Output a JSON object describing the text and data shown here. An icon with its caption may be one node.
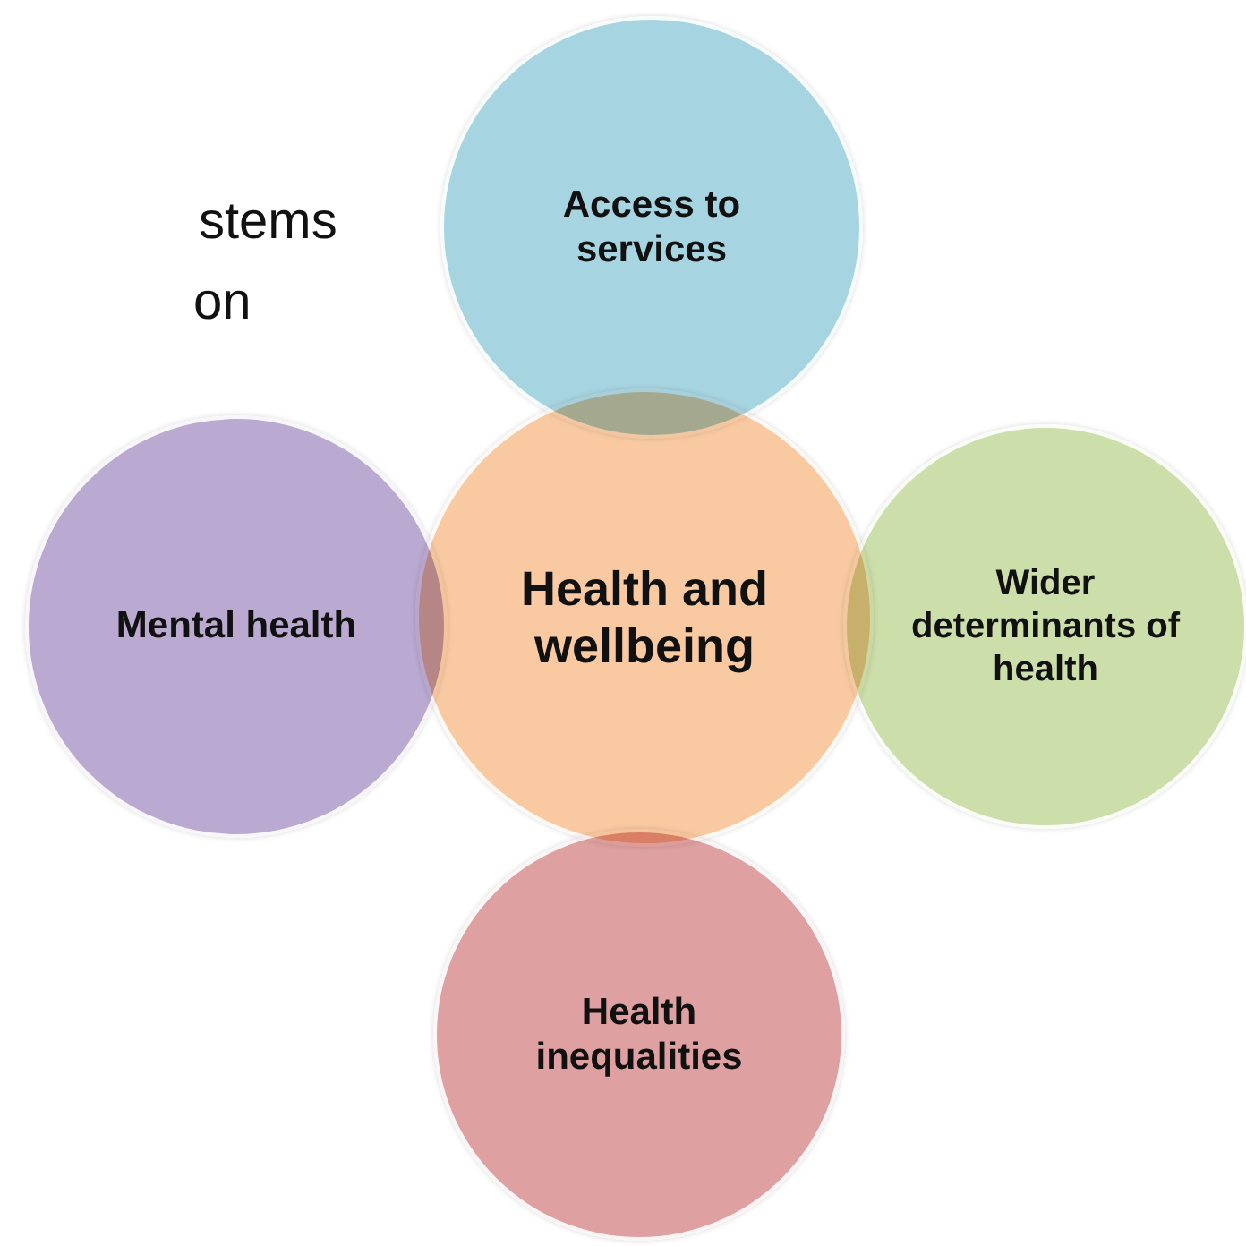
{
  "diagram": {
    "nodes": [
      {
        "text": [
          "Access to services"
        ]
      },
      {
        "text": [
          "Mental health"
        ]
      },
      {
        "text": [
          "Health and wellbeing"
        ]
      },
      {
        "text": [
          "Wider determinants of health"
        ]
      },
      {
        "text": [
          "Health inequalities"
        ]
      }
    ],
    "labels": [
      "stems",
      "on"
    ]
  }
}
